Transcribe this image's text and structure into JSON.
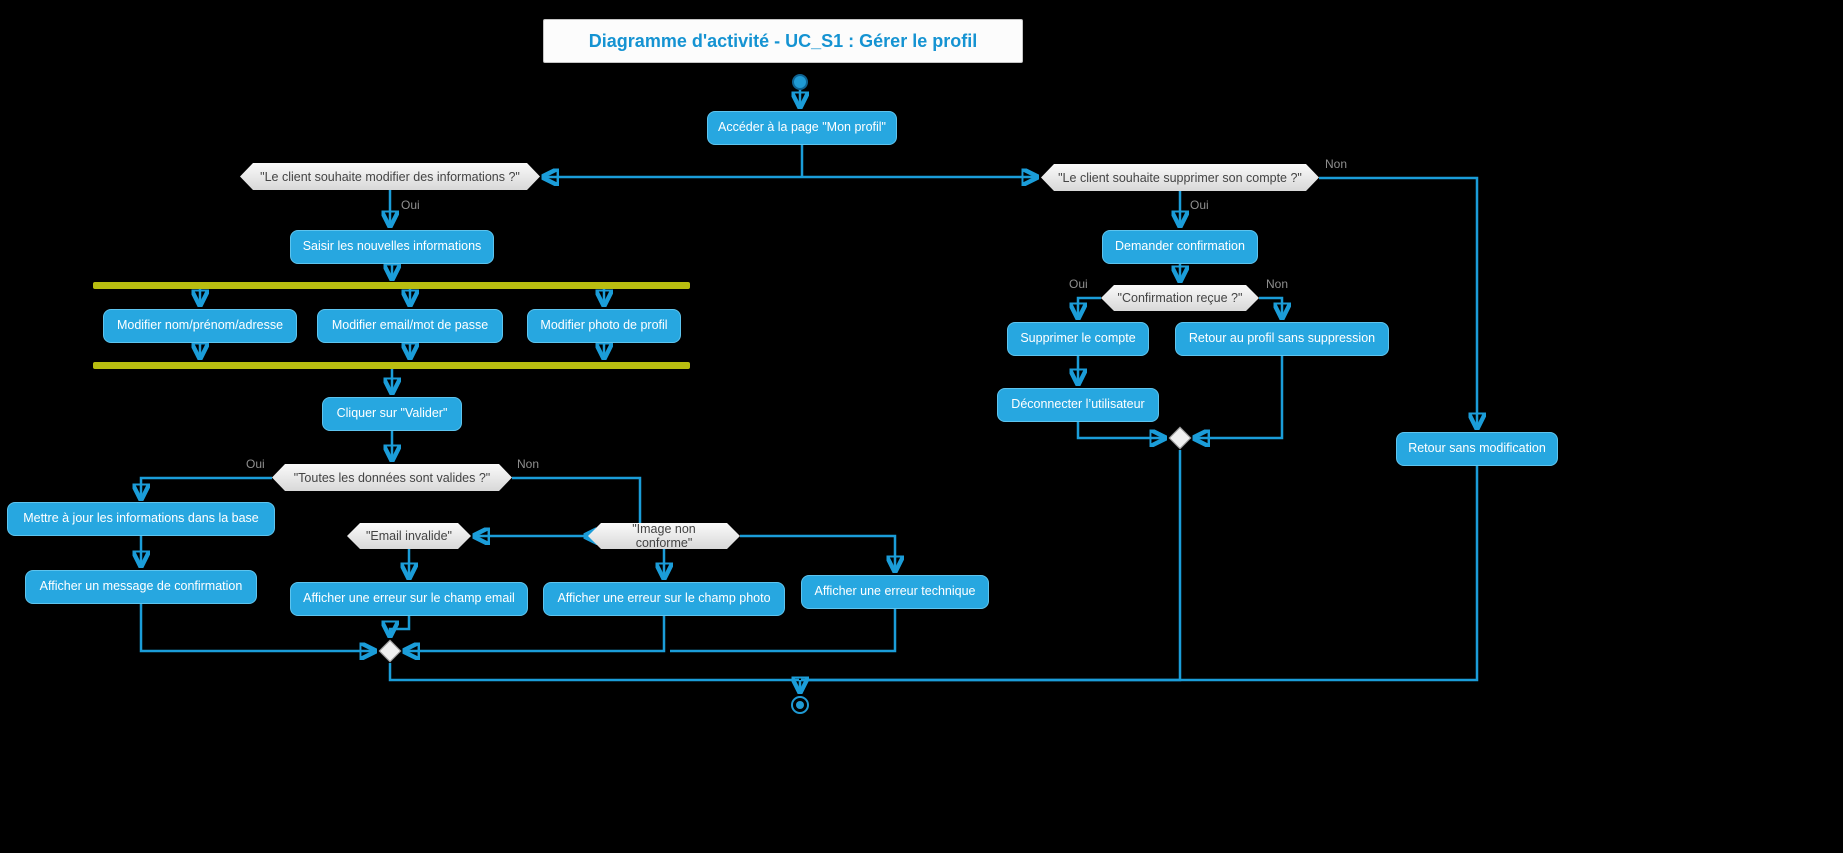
{
  "title": "Diagramme d'activité - UC_S1 : Gérer le profil",
  "edge_labels": {
    "oui": "Oui",
    "non": "Non"
  },
  "activities": {
    "acceder": "Accéder à la page \"Mon profil\"",
    "saisir": "Saisir les nouvelles informations",
    "modifier_nom": "Modifier nom/prénom/adresse",
    "modifier_email": "Modifier email/mot de passe",
    "modifier_photo": "Modifier photo de profil",
    "cliquer_valider": "Cliquer sur \"Valider\"",
    "mettre_a_jour": "Mettre à jour les informations dans la base",
    "message_confirmation": "Afficher un message de confirmation",
    "erreur_email": "Afficher une erreur sur le champ email",
    "erreur_photo": "Afficher une erreur sur le champ photo",
    "erreur_technique": "Afficher une erreur technique",
    "demander_confirmation": "Demander confirmation",
    "supprimer_compte": "Supprimer le compte",
    "retour_profil": "Retour au profil sans suppression",
    "deconnecter": "Déconnecter l’utilisateur",
    "retour_sans_modif": "Retour sans modification"
  },
  "decisions": {
    "modifier_infos": "\"Le client souhaite modifier des informations ?\"",
    "supprimer_son_compte": "\"Le client souhaite supprimer son compte ?\"",
    "donnees_valides": "\"Toutes les données sont valides ?\"",
    "email_invalide": "\"Email invalide\"",
    "image_non_conforme": "\"Image non conforme\"",
    "confirmation_recue": "\"Confirmation reçue ?\""
  },
  "colors": {
    "background": "#000000",
    "activity_fill": "#27a7e0",
    "activity_border": "#5ec4ee",
    "activity_text": "#ffffff",
    "decision_fill": "#ebebeb",
    "decision_text": "#444444",
    "edge": "#1b9dd9",
    "fork_join_bar": "#b9bd10",
    "edge_label": "#8f8f8f",
    "title_text": "#1593d2",
    "title_bg": "#fcfcfc"
  }
}
